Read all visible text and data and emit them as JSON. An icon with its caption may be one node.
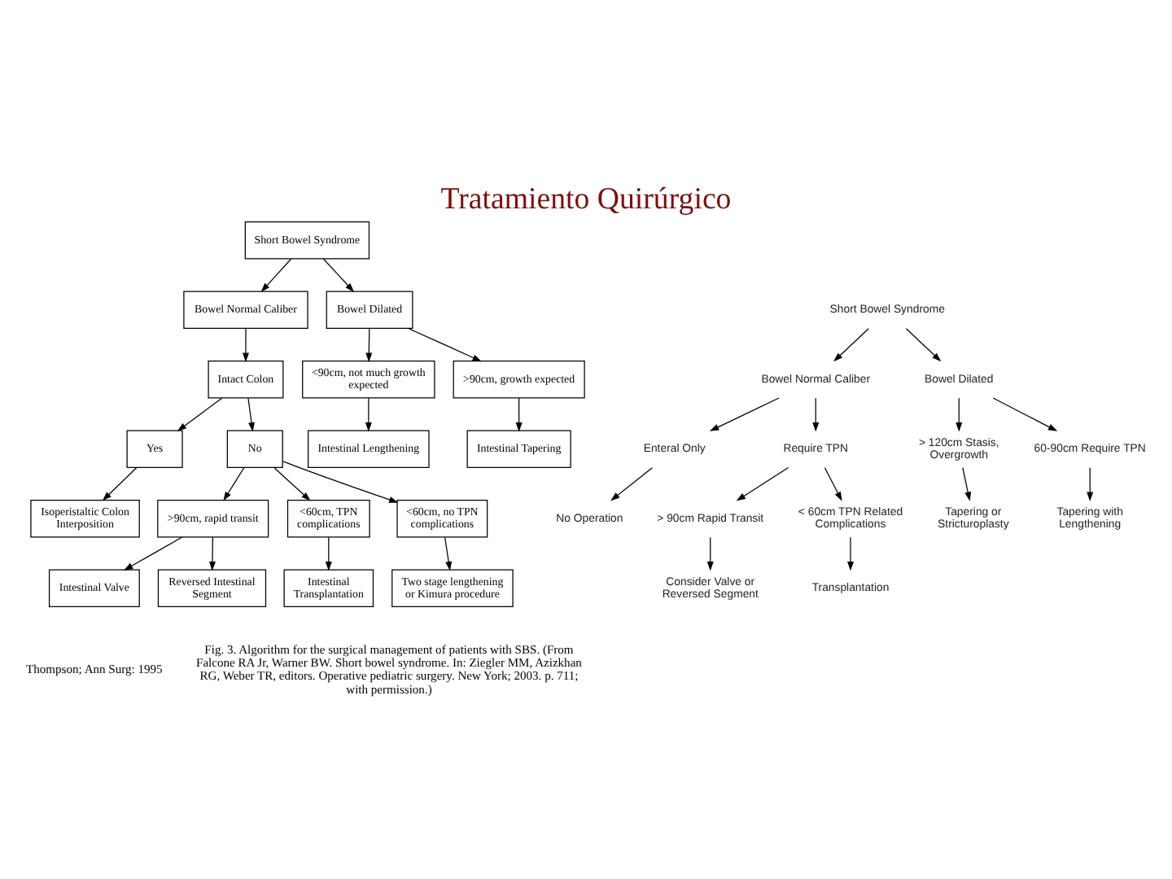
{
  "diagram": {
    "title": "Tratamiento Quirúrgico",
    "nodes": [
      {
        "text": [
          "Short Bowel Syndrome"
        ]
      },
      {
        "text": [
          "Bowel Normal Caliber"
        ]
      },
      {
        "text": [
          "Bowel Dilated"
        ]
      },
      {
        "text": [
          "Intact Colon"
        ]
      },
      {
        "text": [
          "<90cm, not much growth expected"
        ]
      },
      {
        "text": [
          ">90cm, growth expected"
        ]
      },
      {
        "text": [
          "Yes"
        ]
      },
      {
        "text": [
          "No"
        ]
      },
      {
        "text": [
          "Intestinal Lengthening"
        ]
      },
      {
        "text": [
          "Intestinal Tapering"
        ]
      },
      {
        "text": [
          "Isoperistaltic Colon Interposition"
        ]
      },
      {
        "text": [
          ">90cm, rapid transit"
        ]
      },
      {
        "text": [
          "<60cm, TPN complications"
        ]
      },
      {
        "text": [
          "<60cm, no TPN complications"
        ]
      },
      {
        "text": [
          "Intestinal Valve"
        ]
      },
      {
        "text": [
          "Reversed Intestinal Segment"
        ]
      },
      {
        "text": [
          "Intestinal Transplantation"
        ]
      },
      {
        "text": [
          "Two stage lengthening or Kimura procedure"
        ]
      },
      {
        "text": [
          "Short Bowel Syndrome"
        ]
      },
      {
        "text": [
          "Bowel Normal Caliber"
        ]
      },
      {
        "text": [
          "Bowel Dilated"
        ]
      },
      {
        "text": [
          "Enteral Only"
        ]
      },
      {
        "text": [
          "Require TPN"
        ]
      },
      {
        "text": [
          "> 120cm Stasis, Overgrowth"
        ]
      },
      {
        "text": [
          "60-90cm Require TPN"
        ]
      },
      {
        "text": [
          "No Operation"
        ]
      },
      {
        "text": [
          "> 90cm Rapid Transit"
        ]
      },
      {
        "text": [
          "< 60cm TPN Related Complications"
        ]
      },
      {
        "text": [
          "Tapering or Stricturoplasty"
        ]
      },
      {
        "text": [
          "Tapering with Lengthening"
        ]
      },
      {
        "text": [
          "Consider Valve or Reversed Segment"
        ]
      },
      {
        "text": [
          "Transplantation"
        ]
      }
    ],
    "edges": [
      {
        "from": 0,
        "to": 1,
        "arrow": "to"
      },
      {
        "from": 0,
        "to": 2,
        "arrow": "to"
      },
      {
        "from": 1,
        "to": 3,
        "arrow": "to"
      },
      {
        "from": 2,
        "to": 4,
        "arrow": "to"
      },
      {
        "from": 2,
        "to": 5,
        "arrow": "to"
      },
      {
        "from": 3,
        "to": 6,
        "arrow": "to"
      },
      {
        "from": 3,
        "to": 7,
        "arrow": "to"
      },
      {
        "from": 4,
        "to": 8,
        "arrow": "to"
      },
      {
        "from": 5,
        "to": 9,
        "arrow": "to"
      },
      {
        "from": 6,
        "to": 10,
        "arrow": "to"
      },
      {
        "from": 7,
        "to": 11,
        "arrow": "to"
      },
      {
        "from": 7,
        "to": 12,
        "arrow": "to"
      },
      {
        "from": 7,
        "to": 13,
        "arrow": "to"
      },
      {
        "from": 11,
        "to": 14,
        "arrow": "to"
      },
      {
        "from": 11,
        "to": 15,
        "arrow": "to"
      },
      {
        "from": 12,
        "to": 16,
        "arrow": "to"
      },
      {
        "from": 13,
        "to": 17,
        "arrow": "to"
      },
      {
        "from": 18,
        "to": 19,
        "arrow": "to"
      },
      {
        "from": 18,
        "to": 20,
        "arrow": "to"
      },
      {
        "from": 19,
        "to": 21,
        "arrow": "to"
      },
      {
        "from": 19,
        "to": 22,
        "arrow": "to"
      },
      {
        "from": 20,
        "to": 23,
        "arrow": "to"
      },
      {
        "from": 20,
        "to": 24,
        "arrow": "to"
      },
      {
        "from": 21,
        "to": 25,
        "arrow": "to"
      },
      {
        "from": 22,
        "to": 26,
        "arrow": "to"
      },
      {
        "from": 22,
        "to": 27,
        "arrow": "to"
      },
      {
        "from": 23,
        "to": 28,
        "arrow": "to"
      },
      {
        "from": 24,
        "to": 29,
        "arrow": "to"
      },
      {
        "from": 26,
        "to": 30,
        "arrow": "to"
      },
      {
        "from": 27,
        "to": 31,
        "arrow": "to"
      }
    ],
    "labels": [
      "Thompson; Ann Surg: 1995",
      "Fig. 3. Algorithm for the surgical management of patients with SBS. (From Falcone RA Jr, Warner BW. Short bowel syndrome. In: Ziegler MM, Azizkhan RG, Weber TR, editors. Operative pediatric surgery. New York; 2003. p. 711; with permission.)"
    ]
  }
}
